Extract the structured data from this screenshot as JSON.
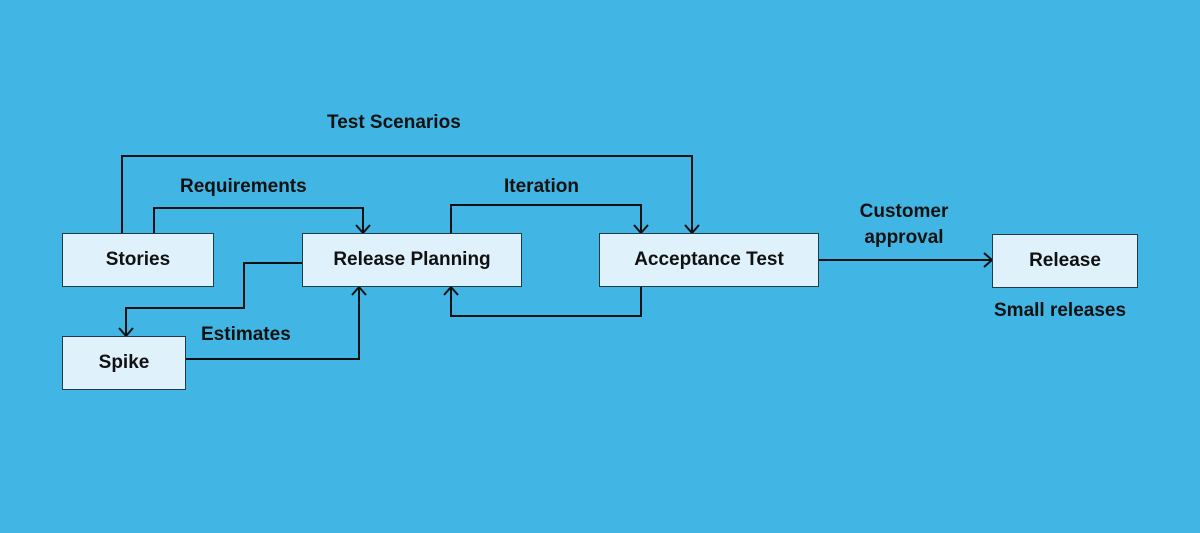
{
  "colors": {
    "background": "#41b6e4",
    "box_fill": "#dff1fa",
    "box_border": "#1f3b4d",
    "line": "#111111",
    "text": "#111111"
  },
  "nodes": {
    "stories": "Stories",
    "release_planning": "Release Planning",
    "acceptance_test": "Acceptance Test",
    "release": "Release",
    "spike": "Spike"
  },
  "edge_labels": {
    "test_scenarios": "Test Scenarios",
    "requirements": "Requirements",
    "iteration": "Iteration",
    "customer_approval_line1": "Customer",
    "customer_approval_line2": "approval",
    "estimates": "Estimates"
  },
  "notes": {
    "small_releases": "Small releases"
  },
  "edges": [
    {
      "from": "stories",
      "to": "acceptance_test",
      "label": "Test Scenarios"
    },
    {
      "from": "stories",
      "to": "release_planning",
      "label": "Requirements"
    },
    {
      "from": "release_planning",
      "to": "acceptance_test",
      "label": "Iteration"
    },
    {
      "from": "acceptance_test",
      "to": "release_planning",
      "label": ""
    },
    {
      "from": "release_planning",
      "to": "spike",
      "label": ""
    },
    {
      "from": "spike",
      "to": "release_planning",
      "label": "Estimates"
    },
    {
      "from": "acceptance_test",
      "to": "release",
      "label": "Customer approval"
    }
  ]
}
